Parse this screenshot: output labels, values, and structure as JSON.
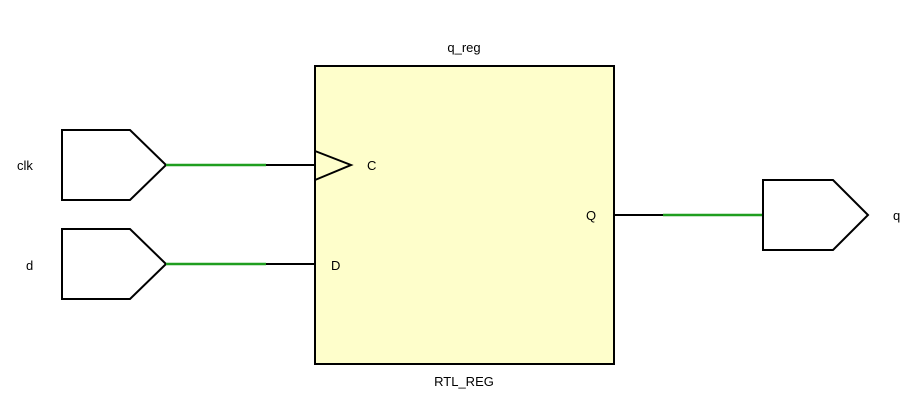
{
  "colors": {
    "net": "#1f9e1f",
    "register_fill": "#fefecb",
    "stroke": "#000000",
    "background": "#ffffff"
  },
  "inputs": [
    {
      "name": "clk"
    },
    {
      "name": "d"
    }
  ],
  "outputs": [
    {
      "name": "q"
    }
  ],
  "register": {
    "instance_name": "q_reg",
    "cell_type": "RTL_REG",
    "pins": {
      "clock": "C",
      "data": "D",
      "output": "Q"
    }
  }
}
